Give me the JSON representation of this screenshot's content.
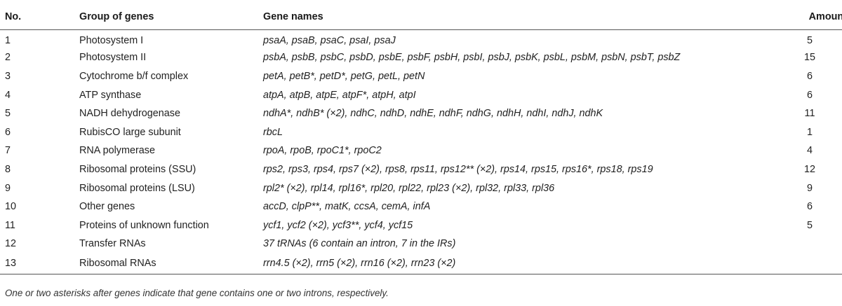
{
  "table": {
    "headers": {
      "no": "No.",
      "group": "Group of genes",
      "genes": "Gene names",
      "amount": "Amount"
    },
    "rows": [
      {
        "no": "1",
        "group": "Photosystem I",
        "genes": "psaA, psaB, psaC, psaI, psaJ",
        "amount": "5"
      },
      {
        "no": "2",
        "group": "Photosystem II",
        "genes": "psbA, psbB, psbC, psbD, psbE, psbF, psbH, psbI, psbJ, psbK, psbL, psbM, psbN, psbT, psbZ",
        "amount": "15"
      },
      {
        "no": "3",
        "group": "Cytochrome b/f complex",
        "genes": "petA, petB*, petD*, petG, petL, petN",
        "amount": "6"
      },
      {
        "no": "4",
        "group": "ATP synthase",
        "genes": "atpA, atpB, atpE, atpF*, atpH, atpI",
        "amount": "6"
      },
      {
        "no": "5",
        "group": "NADH dehydrogenase",
        "genes": "ndhA*, ndhB* (×2), ndhC, ndhD, ndhE, ndhF, ndhG, ndhH, ndhI, ndhJ, ndhK",
        "amount": "11"
      },
      {
        "no": "6",
        "group": "RubisCO large subunit",
        "genes": "rbcL",
        "amount": "1"
      },
      {
        "no": "7",
        "group": "RNA polymerase",
        "genes": "rpoA, rpoB, rpoC1*, rpoC2",
        "amount": "4"
      },
      {
        "no": "8",
        "group": "Ribosomal proteins (SSU)",
        "genes": "rps2, rps3, rps4, rps7 (×2), rps8, rps11, rps12** (×2), rps14, rps15, rps16*, rps18, rps19",
        "amount": "12"
      },
      {
        "no": "9",
        "group": "Ribosomal proteins (LSU)",
        "genes": "rpl2* (×2), rpl14, rpl16*, rpl20, rpl22, rpl23 (×2), rpl32, rpl33, rpl36",
        "amount": "9"
      },
      {
        "no": "10",
        "group": "Other genes",
        "genes": "accD, clpP**, matK, ccsA, cemA, infA",
        "amount": "6"
      },
      {
        "no": "11",
        "group": "Proteins of unknown function",
        "genes": "ycf1, ycf2 (×2), ycf3**, ycf4, ycf15",
        "amount": "5"
      },
      {
        "no": "12",
        "group": "Transfer RNAs",
        "genes": "37 tRNAs (6 contain an intron, 7 in the IRs)",
        "amount": ""
      },
      {
        "no": "13",
        "group": "Ribosomal RNAs",
        "genes": "rrn4.5 (×2), rrn5 (×2), rrn16 (×2), rrn23 (×2)",
        "amount": ""
      }
    ]
  },
  "footnote": "One or two asterisks after genes indicate that gene contains one or two introns, respectively."
}
